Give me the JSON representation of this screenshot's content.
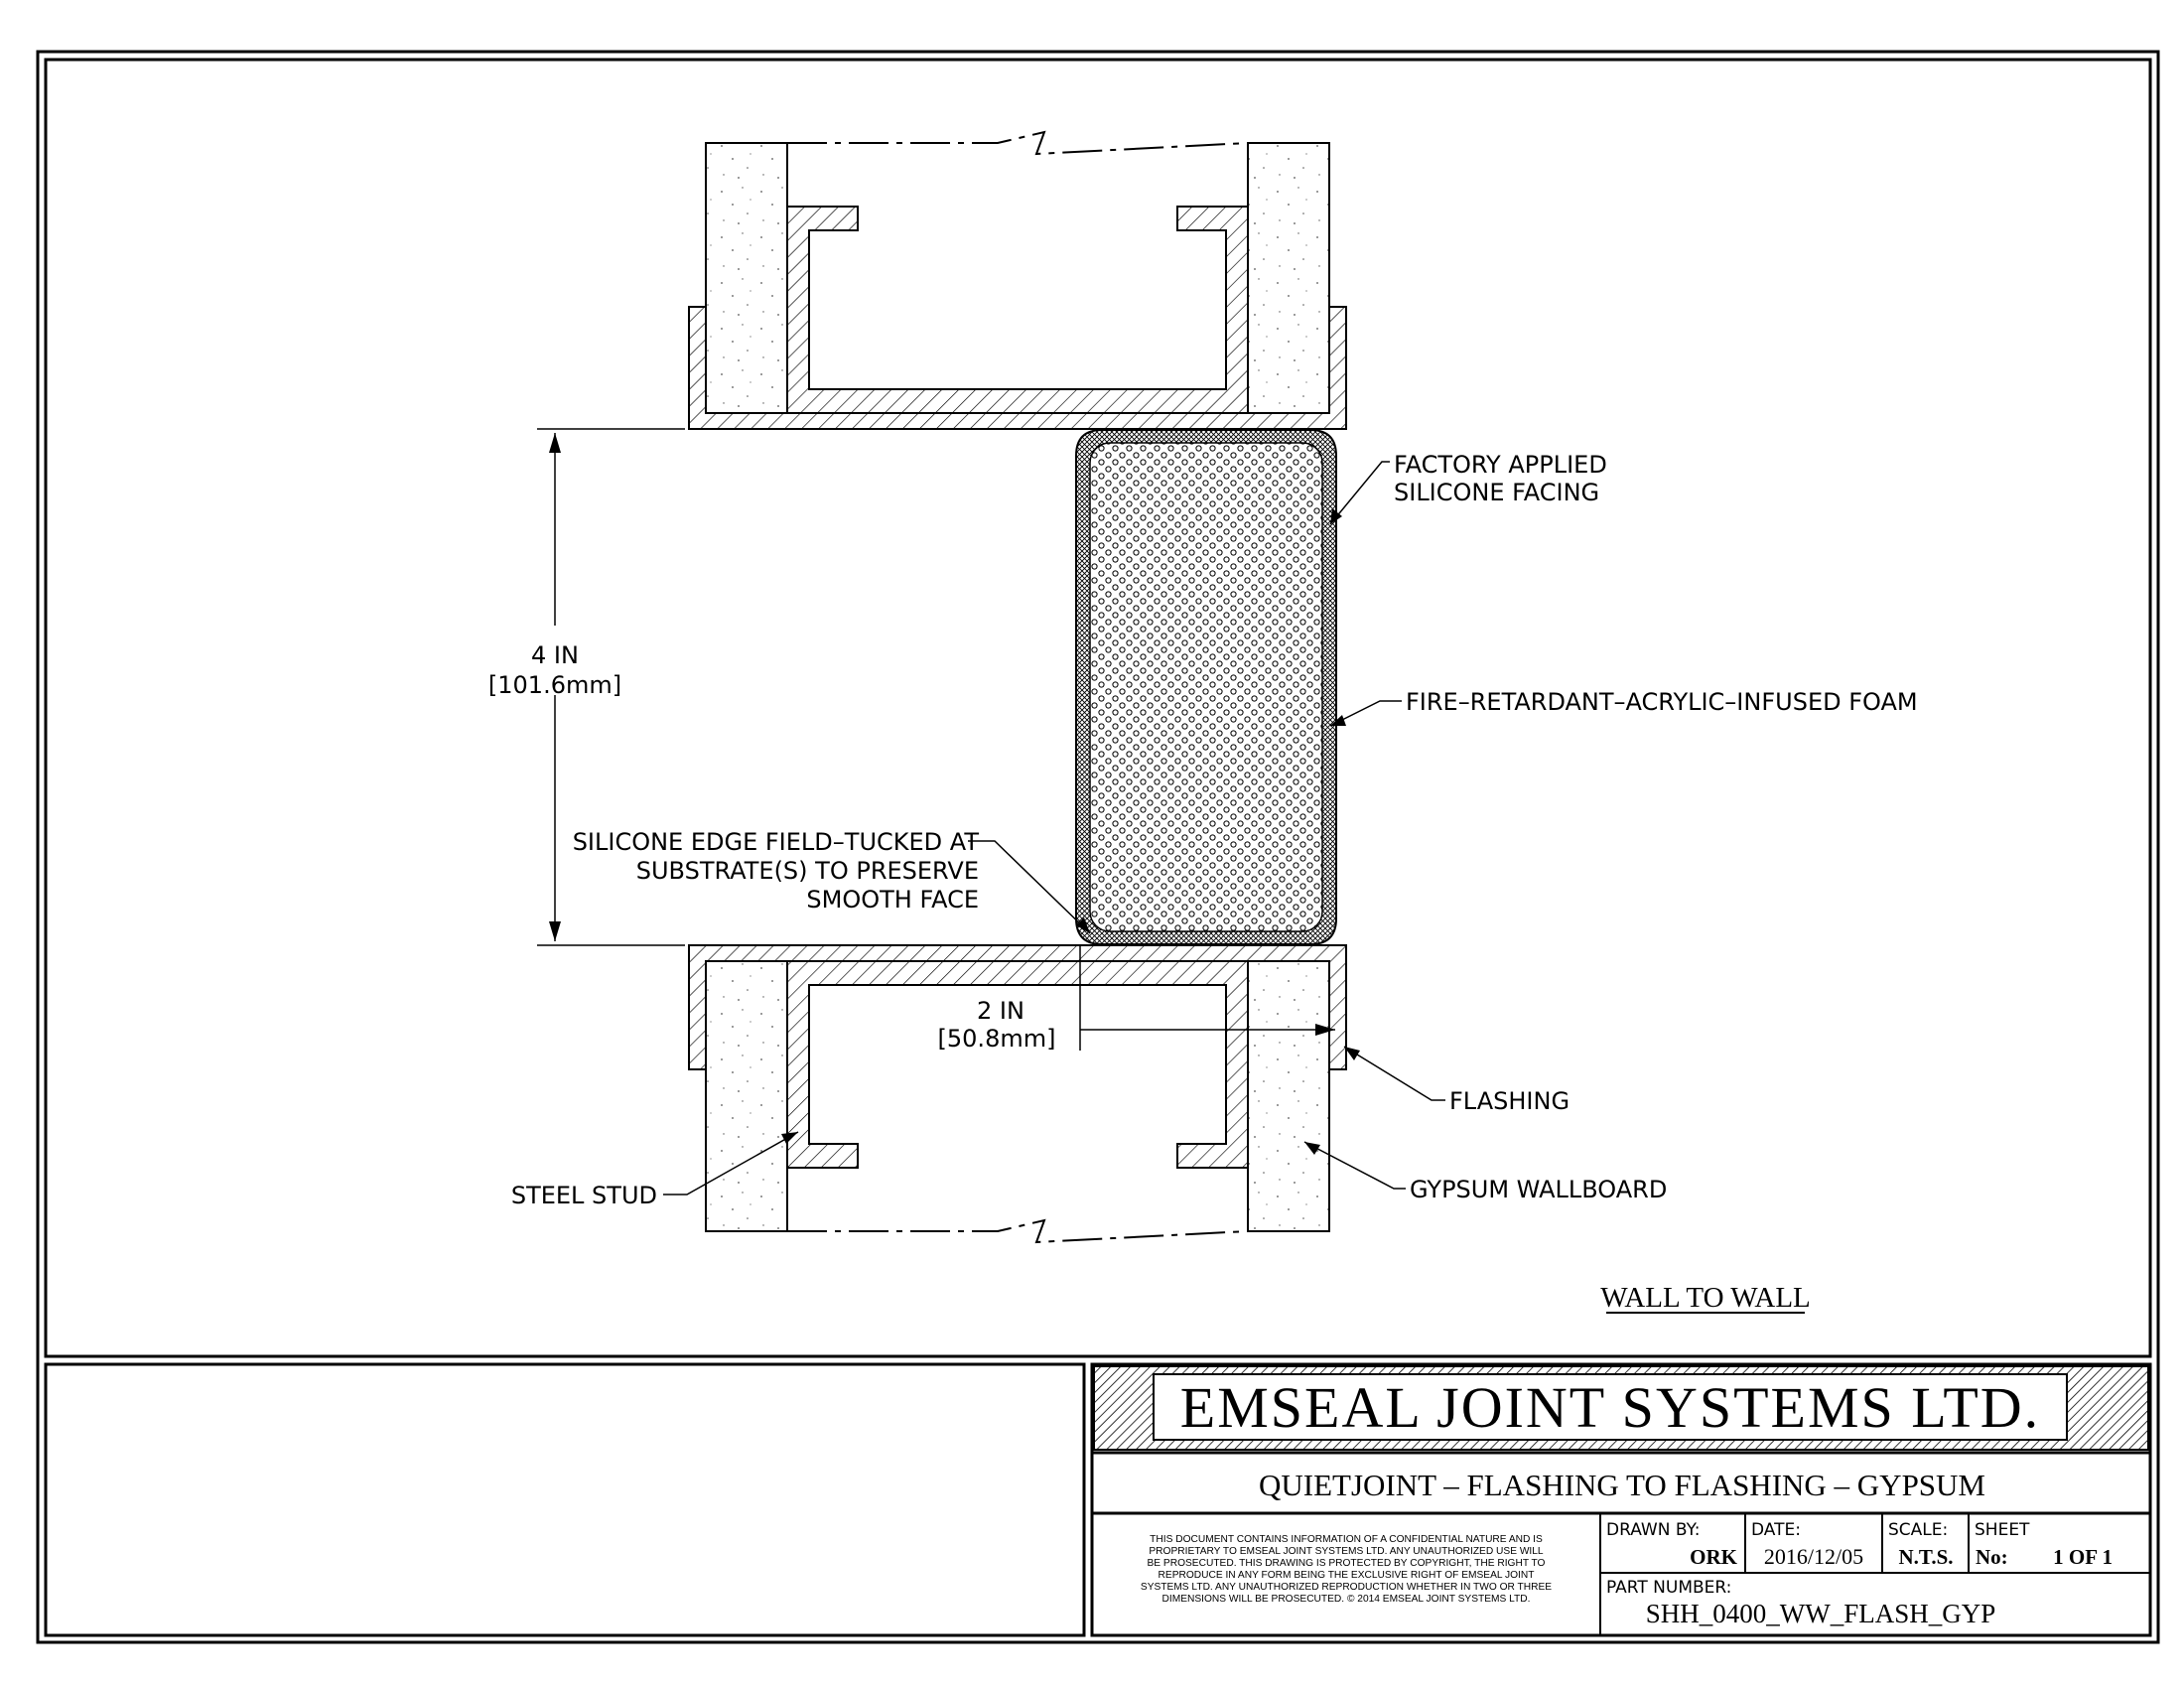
{
  "labels": {
    "factory_facing_1": "FACTORY APPLIED",
    "factory_facing_2": "SILICONE FACING",
    "foam": "FIRE–RETARDANT–ACRYLIC–INFUSED FOAM",
    "silicone_edge_1": "SILICONE EDGE FIELD–TUCKED AT",
    "silicone_edge_2": "SUBSTRATE(S) TO PRESERVE",
    "silicone_edge_3": "SMOOTH FACE",
    "flashing": "FLASHING",
    "steel_stud": "STEEL STUD",
    "gypsum": "GYPSUM WALLBOARD",
    "view_title": "WALL TO WALL"
  },
  "dimensions": {
    "gap_in": "4 IN",
    "gap_mm": "[101.6mm]",
    "depth_in": "2 IN",
    "depth_mm": "[50.8mm]"
  },
  "title_block": {
    "company": "EMSEAL JOINT SYSTEMS LTD.",
    "drawing_title": "QUIETJOINT – FLASHING TO FLASHING – GYPSUM",
    "notice": [
      "THIS DOCUMENT CONTAINS INFORMATION OF A CONFIDENTIAL NATURE AND IS",
      "PROPRIETARY TO EMSEAL JOINT SYSTEMS LTD. ANY UNAUTHORIZED USE WILL",
      "BE PROSECUTED. THIS DRAWING IS PROTECTED BY COPYRIGHT, THE RIGHT TO",
      "REPRODUCE IN ANY FORM BEING THE EXCLUSIVE RIGHT OF EMSEAL JOINT",
      "SYSTEMS LTD. ANY UNAUTHORIZED REPRODUCTION WHETHER IN TWO OR THREE",
      "DIMENSIONS WILL BE PROSECUTED. © 2014 EMSEAL JOINT SYSTEMS LTD."
    ],
    "drawn_by_label": "DRAWN BY:",
    "drawn_by": "ORK",
    "date_label": "DATE:",
    "date": "2016/12/05",
    "scale_label": "SCALE:",
    "scale": "N.T.S.",
    "sheet_label": "SHEET",
    "sheet_no_label": "No:",
    "sheet_value": "1 OF 1",
    "part_number_label": "PART NUMBER:",
    "part_number": "SHH_0400_WW_FLASH_GYP"
  },
  "colors": {
    "line": "#000000",
    "background": "#ffffff"
  }
}
